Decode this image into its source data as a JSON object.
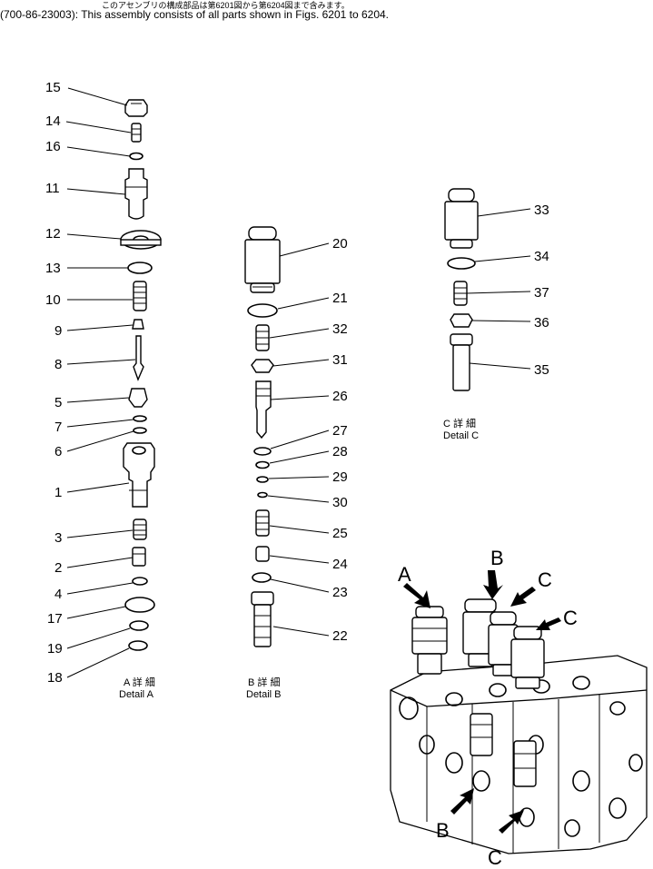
{
  "header": {
    "jp_line": "このアセンブリの構成部品は第6201図から第6204図まで含みます。",
    "part_no": "(700-86-23003):",
    "description": "This assembly consists of all parts shown in Figs. 6201 to 6204."
  },
  "details": {
    "a": {
      "jp": "A 詳 細",
      "en": "Detail A"
    },
    "b": {
      "jp": "B 詳 細",
      "en": "Detail B"
    },
    "c": {
      "jp": "C 詳 細",
      "en": "Detail C"
    }
  },
  "callouts": {
    "c1": "1",
    "c2": "2",
    "c3": "3",
    "c4": "4",
    "c5": "5",
    "c6": "6",
    "c7": "7",
    "c8": "8",
    "c9": "9",
    "c10": "10",
    "c11": "11",
    "c12": "12",
    "c13": "13",
    "c14": "14",
    "c15": "15",
    "c16": "16",
    "c17": "17",
    "c18": "18",
    "c19": "19",
    "c20": "20",
    "c21": "21",
    "c22": "22",
    "c23": "23",
    "c24": "24",
    "c25": "25",
    "c26": "26",
    "c27": "27",
    "c28": "28",
    "c29": "29",
    "c30": "30",
    "c31": "31",
    "c32": "32",
    "c33": "33",
    "c34": "34",
    "c35": "35",
    "c36": "36",
    "c37": "37"
  },
  "view_labels": {
    "a": "A",
    "b_top": "B",
    "c_top1": "C",
    "c_top2": "C",
    "b_bottom": "B",
    "c_bottom": "C"
  }
}
